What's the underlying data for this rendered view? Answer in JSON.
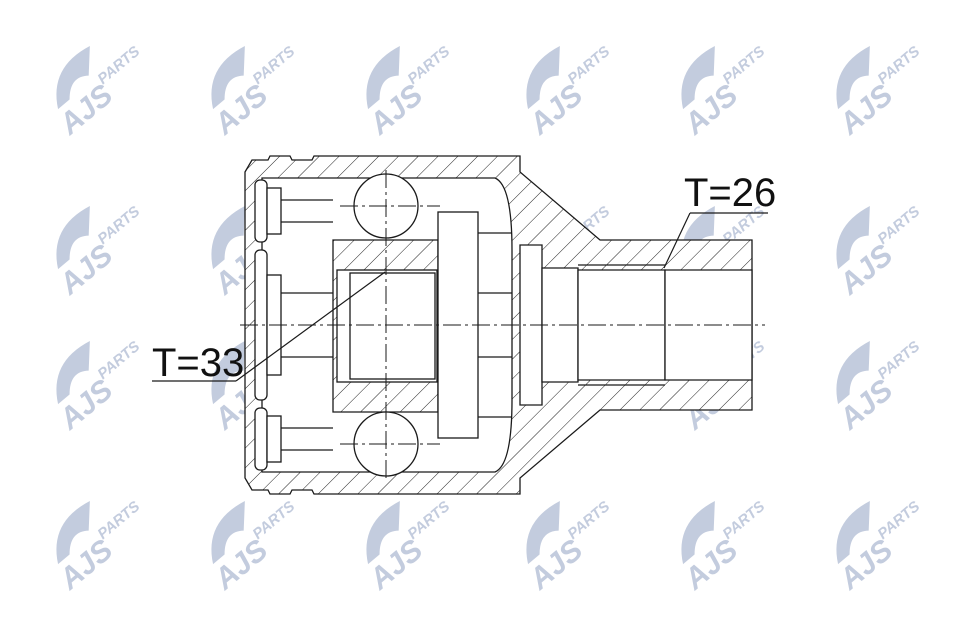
{
  "drawing": {
    "dimension_labels": {
      "left": "T=33",
      "right": "T=26"
    },
    "line_color": "#1a1a1a",
    "hatch": true
  },
  "watermark": {
    "brand": "AJS",
    "sub": "PARTS",
    "color": "#b9c3d8"
  }
}
